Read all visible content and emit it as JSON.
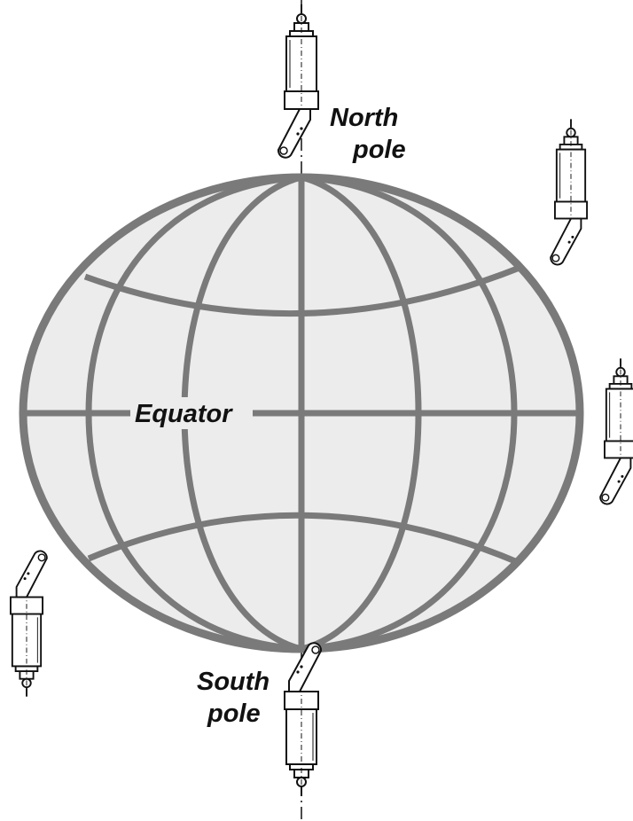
{
  "labels": {
    "north_line1": "North",
    "north_line2": "pole",
    "south_line1": "South",
    "south_line2": "pole",
    "equator": "Equator"
  },
  "colors": {
    "globe_fill": "#ececec",
    "grid_stroke": "#7a7a7a",
    "sensor_stroke": "#111111",
    "label_text": "#111111"
  },
  "icons": [
    "sensor-north-icon",
    "sensor-upper-right-icon",
    "sensor-right-icon",
    "sensor-lower-left-icon",
    "sensor-south-icon"
  ]
}
